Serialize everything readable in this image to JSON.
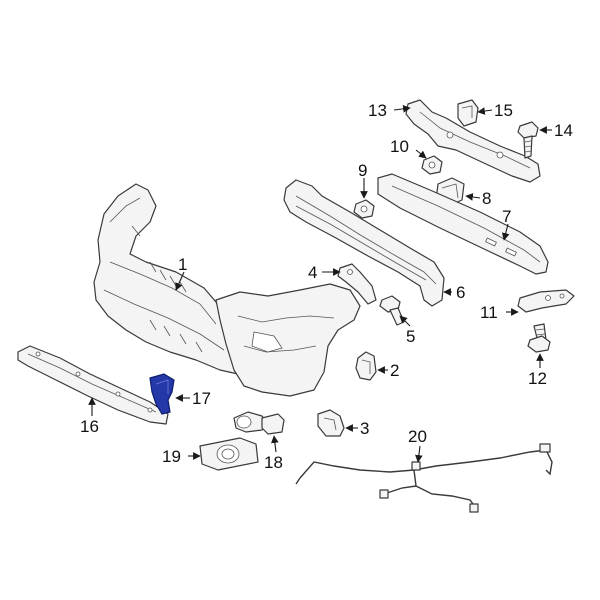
{
  "diagram": {
    "highlight_color": "#2438a8",
    "parts": [
      {
        "id": "1",
        "label": "1"
      },
      {
        "id": "2",
        "label": "2"
      },
      {
        "id": "3",
        "label": "3"
      },
      {
        "id": "4",
        "label": "4"
      },
      {
        "id": "5",
        "label": "5"
      },
      {
        "id": "6",
        "label": "6"
      },
      {
        "id": "7",
        "label": "7"
      },
      {
        "id": "8",
        "label": "8"
      },
      {
        "id": "9",
        "label": "9"
      },
      {
        "id": "10",
        "label": "10"
      },
      {
        "id": "11",
        "label": "11"
      },
      {
        "id": "12",
        "label": "12"
      },
      {
        "id": "13",
        "label": "13"
      },
      {
        "id": "14",
        "label": "14"
      },
      {
        "id": "15",
        "label": "15"
      },
      {
        "id": "16",
        "label": "16"
      },
      {
        "id": "17",
        "label": "17",
        "highlighted": true
      },
      {
        "id": "18",
        "label": "18"
      },
      {
        "id": "19",
        "label": "19"
      },
      {
        "id": "20",
        "label": "20"
      }
    ]
  }
}
